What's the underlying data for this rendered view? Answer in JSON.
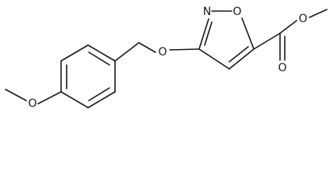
{
  "molecule": {
    "atoms": {
      "ring_n": "N",
      "ring_o": "O",
      "ether_o": "O",
      "carbonyl_o": "O",
      "ester_o": "O",
      "methoxy_o": "O"
    },
    "colors": {
      "stroke": "#1a1a1a",
      "background": "#ffffff"
    }
  }
}
